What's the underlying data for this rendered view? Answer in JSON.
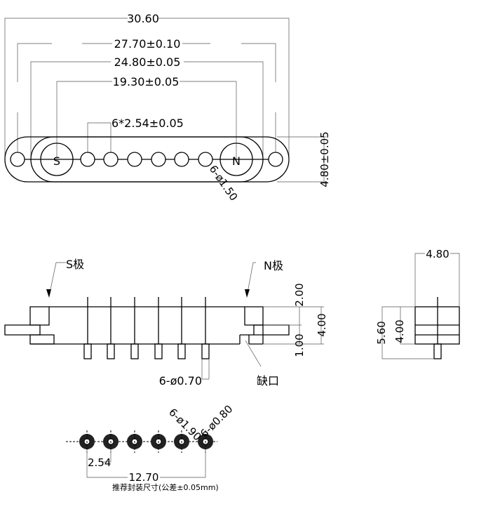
{
  "top_view": {
    "dim_overall": "30.60",
    "dim_outer_holes": "27.70±0.10",
    "dim_inner_body": "24.80±0.05",
    "dim_magnets": "19.30±0.05",
    "dim_pitch": "6*2.54±0.05",
    "dim_height": "4.80±0.05",
    "dim_pin_holes": "6-ø1.50",
    "magnet_s": "S",
    "magnet_n": "N"
  },
  "side_view": {
    "label_s_pole": "S极",
    "label_n_pole": "N极",
    "dim_top": "2.00",
    "dim_total": "4.00",
    "dim_bottom": "1.00",
    "dim_pins": "6-ø0.70",
    "label_notch": "缺口"
  },
  "end_view": {
    "dim_width": "4.80",
    "dim_overall_height": "5.60",
    "dim_body_height": "4.00"
  },
  "footprint": {
    "dim_pad": "6-ø1.90",
    "dim_hole": "6-ø0.80",
    "dim_pitch": "2.54",
    "dim_span": "12.70",
    "caption": "推荐封装尺寸(公差±0.05mm)"
  }
}
